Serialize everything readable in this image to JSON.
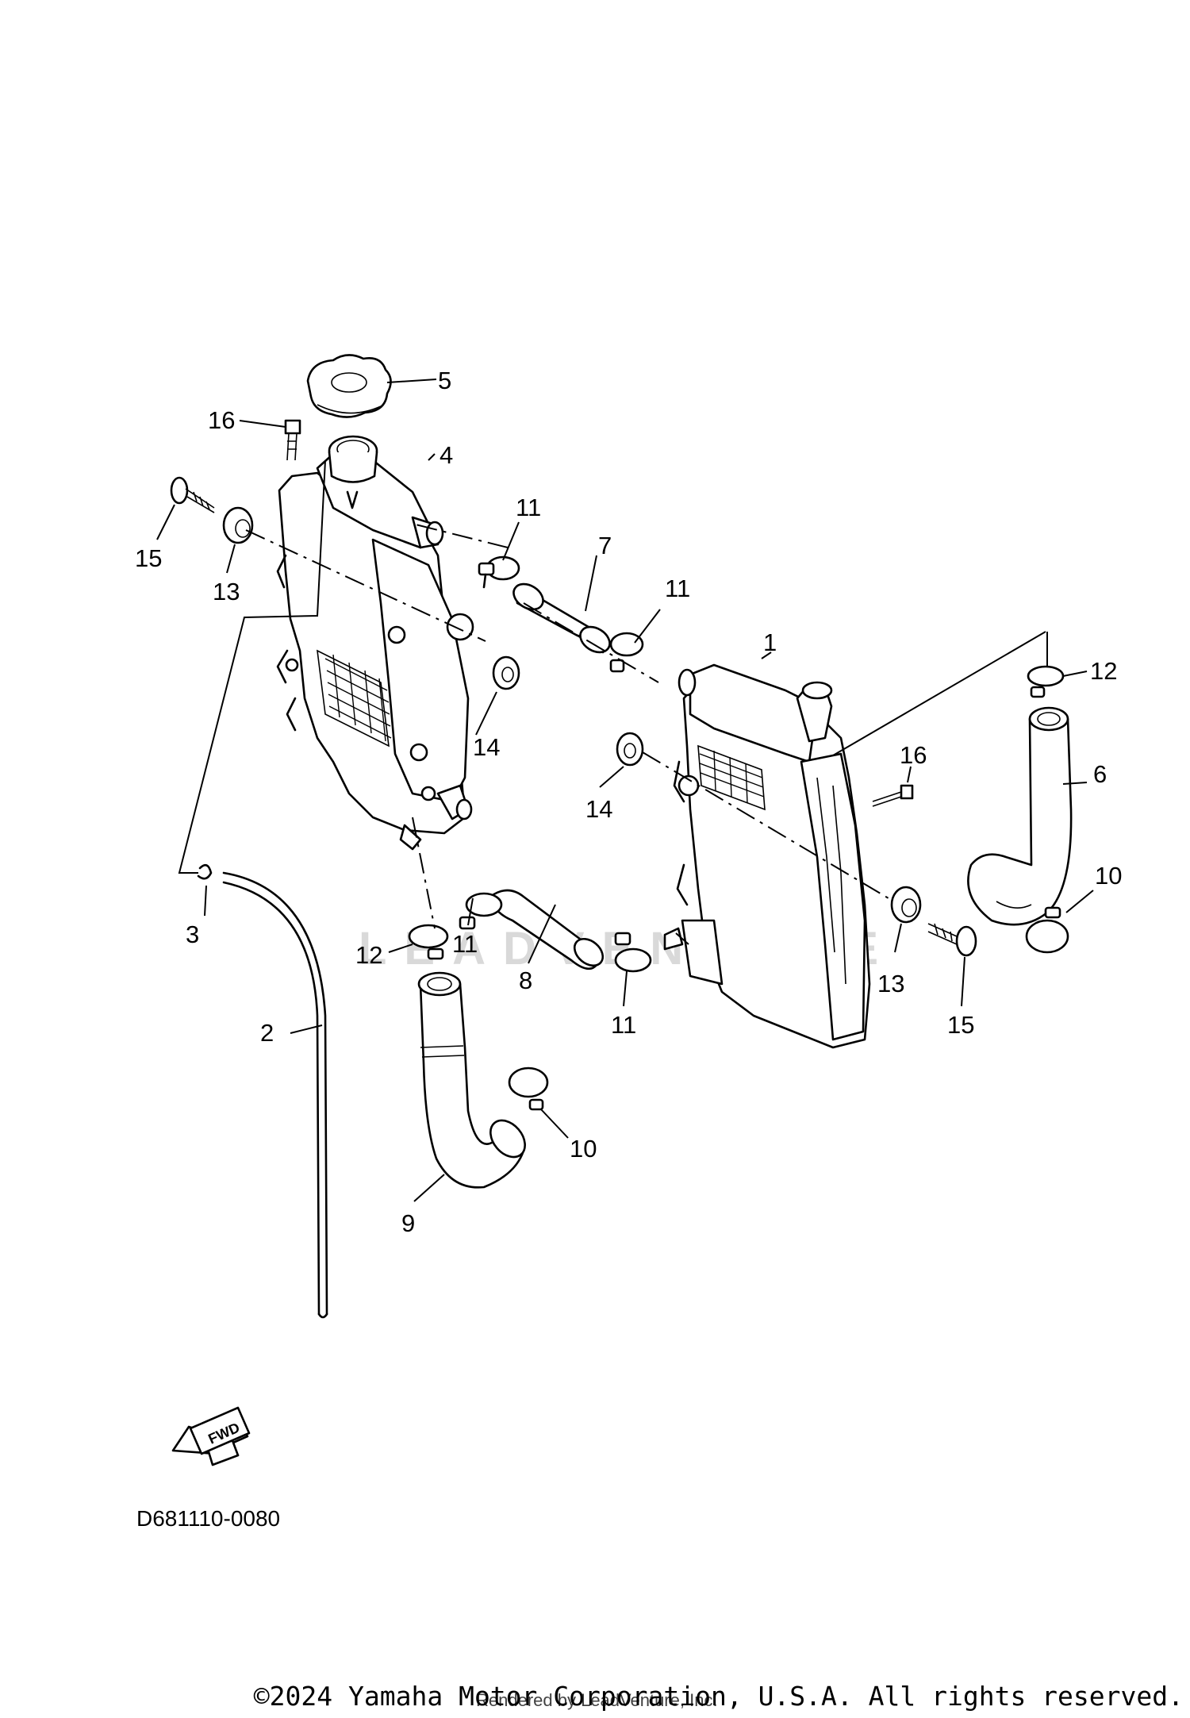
{
  "diagram": {
    "code": "D681110-0080",
    "fwd_label": "FWD",
    "callouts": {
      "c1": "1",
      "c2": "2",
      "c3": "3",
      "c4": "4",
      "c5": "5",
      "c6": "6",
      "c7": "7",
      "c8": "8",
      "c9": "9",
      "c10a": "10",
      "c10b": "10",
      "c11a": "11",
      "c11b": "11",
      "c11c": "11",
      "c11d": "11",
      "c12a": "12",
      "c12b": "12",
      "c13a": "13",
      "c13b": "13",
      "c14a": "14",
      "c14b": "14",
      "c15a": "15",
      "c15b": "15",
      "c16a": "16",
      "c16b": "16"
    }
  },
  "footer": {
    "copyright": "©2024 Yamaha Motor Corporation, U.S.A. All rights reserved.",
    "rendered_by": "Rendered by LeadVenture, Inc."
  },
  "watermark": {
    "text": "LEADVENTURE"
  }
}
